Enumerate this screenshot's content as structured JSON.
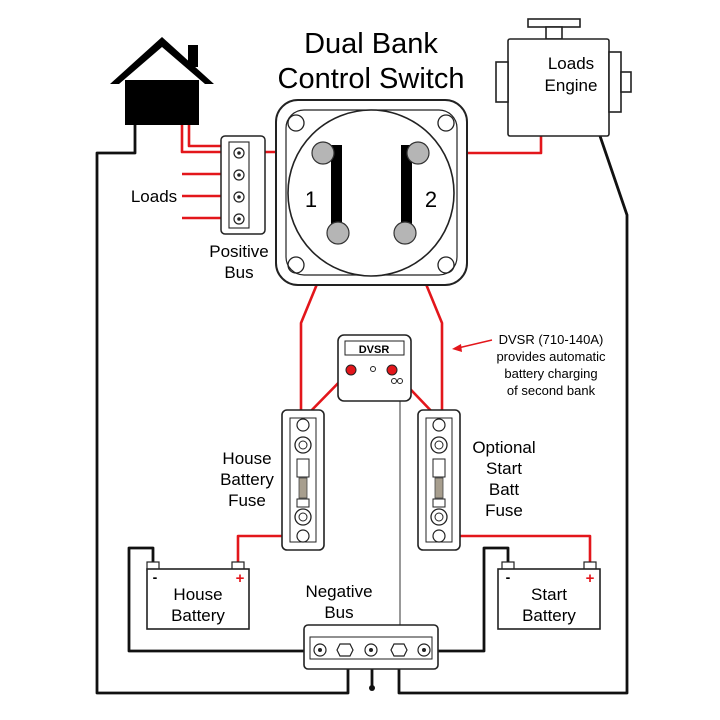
{
  "title_line1": "Dual Bank",
  "title_line2": "Control Switch",
  "switch_pos1": "1",
  "switch_pos2": "2",
  "engine_label_1": "Loads",
  "engine_label_2": "Engine",
  "loads_label": "Loads",
  "positive_bus_1": "Positive",
  "positive_bus_2": "Bus",
  "dvsr_badge": "DVSR",
  "dvsr_note": [
    "DVSR (710-140A)",
    "provides automatic",
    "battery charging",
    "of second bank"
  ],
  "house_fuse": [
    "House",
    "Battery",
    "Fuse"
  ],
  "start_fuse": [
    "Optional",
    "Start",
    "Batt",
    "Fuse"
  ],
  "house_batt_1": "House",
  "house_batt_2": "Battery",
  "start_batt_1": "Start",
  "start_batt_2": "Battery",
  "negative_bus_1": "Negative",
  "negative_bus_2": "Bus",
  "minus_sign": "-",
  "plus_sign": "+",
  "colors": {
    "positive_wire": "#e3161b",
    "negative_wire": "#111111",
    "stud": "#b5b5b5"
  }
}
